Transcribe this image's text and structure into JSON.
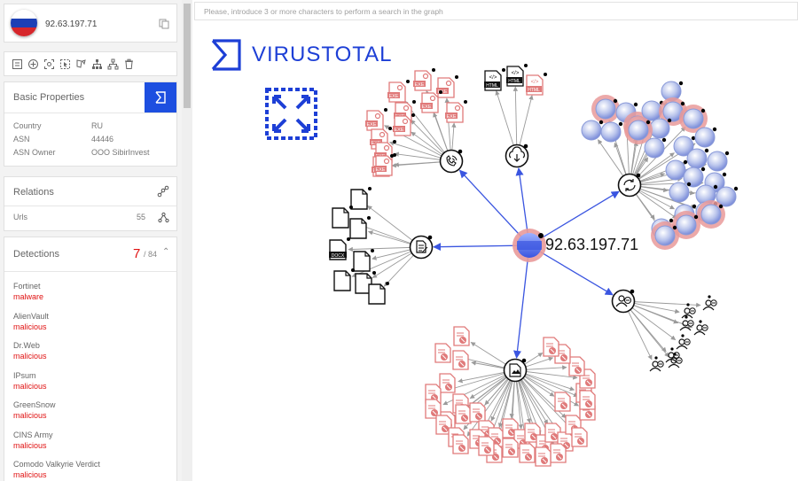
{
  "header": {
    "ip": "92.63.197.71"
  },
  "basic_properties": {
    "title": "Basic Properties",
    "rows": [
      {
        "key": "Country",
        "value": "RU"
      },
      {
        "key": "ASN",
        "value": "44446"
      },
      {
        "key": "ASN Owner",
        "value": "OOO SibirInvest"
      }
    ]
  },
  "relations": {
    "title": "Relations",
    "rows": [
      {
        "key": "Urls",
        "value": "55"
      }
    ]
  },
  "detections": {
    "title": "Detections",
    "count": "7",
    "total": "/ 84",
    "items": [
      {
        "engine": "Fortinet",
        "result": "malware"
      },
      {
        "engine": "AlienVault",
        "result": "malicious"
      },
      {
        "engine": "Dr.Web",
        "result": "malicious"
      },
      {
        "engine": "IPsum",
        "result": "malicious"
      },
      {
        "engine": "GreenSnow",
        "result": "malicious"
      },
      {
        "engine": "CINS Army",
        "result": "malicious"
      },
      {
        "engine": "Comodo Valkyrie Verdict",
        "result": "malicious"
      }
    ]
  },
  "search": {
    "placeholder": "Please, introduce 3 or more characters to perform a search in the graph"
  },
  "brand": {
    "name": "VIRUSTOTAL"
  },
  "graph": {
    "center_label": "92.63.197.71",
    "file_labels": {
      "exe": "EXE",
      "html": "HTML",
      "docx": "DOCX"
    }
  },
  "colors": {
    "accent": "#1d4fe0",
    "malicious": "#e01010",
    "edge": "#3a55e0",
    "leaf_edge": "#9a9a9a",
    "danger_file": "#e07a7a"
  }
}
